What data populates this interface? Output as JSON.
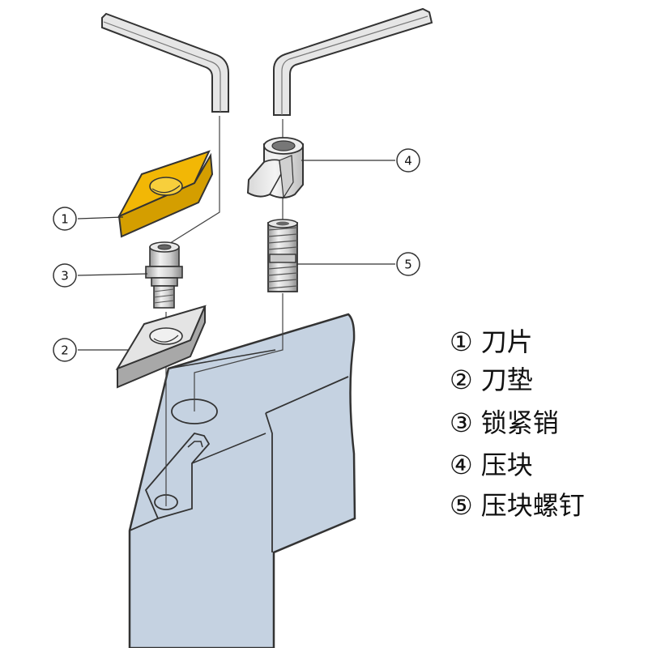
{
  "colors": {
    "holder_fill": "#c5d2e1",
    "insert_fill": "#f2b705",
    "part_fill": "#e4e4e4",
    "part_dark": "#a8a8a8",
    "line": "#333333"
  },
  "callouts": [
    {
      "id": "1",
      "label": "①",
      "name": "刀片"
    },
    {
      "id": "2",
      "label": "②",
      "name": "刀垫"
    },
    {
      "id": "3",
      "label": "③",
      "name": "锁紧销"
    },
    {
      "id": "4",
      "label": "④",
      "name": "压块"
    },
    {
      "id": "5",
      "label": "⑤",
      "name": "压块螺钉"
    }
  ]
}
